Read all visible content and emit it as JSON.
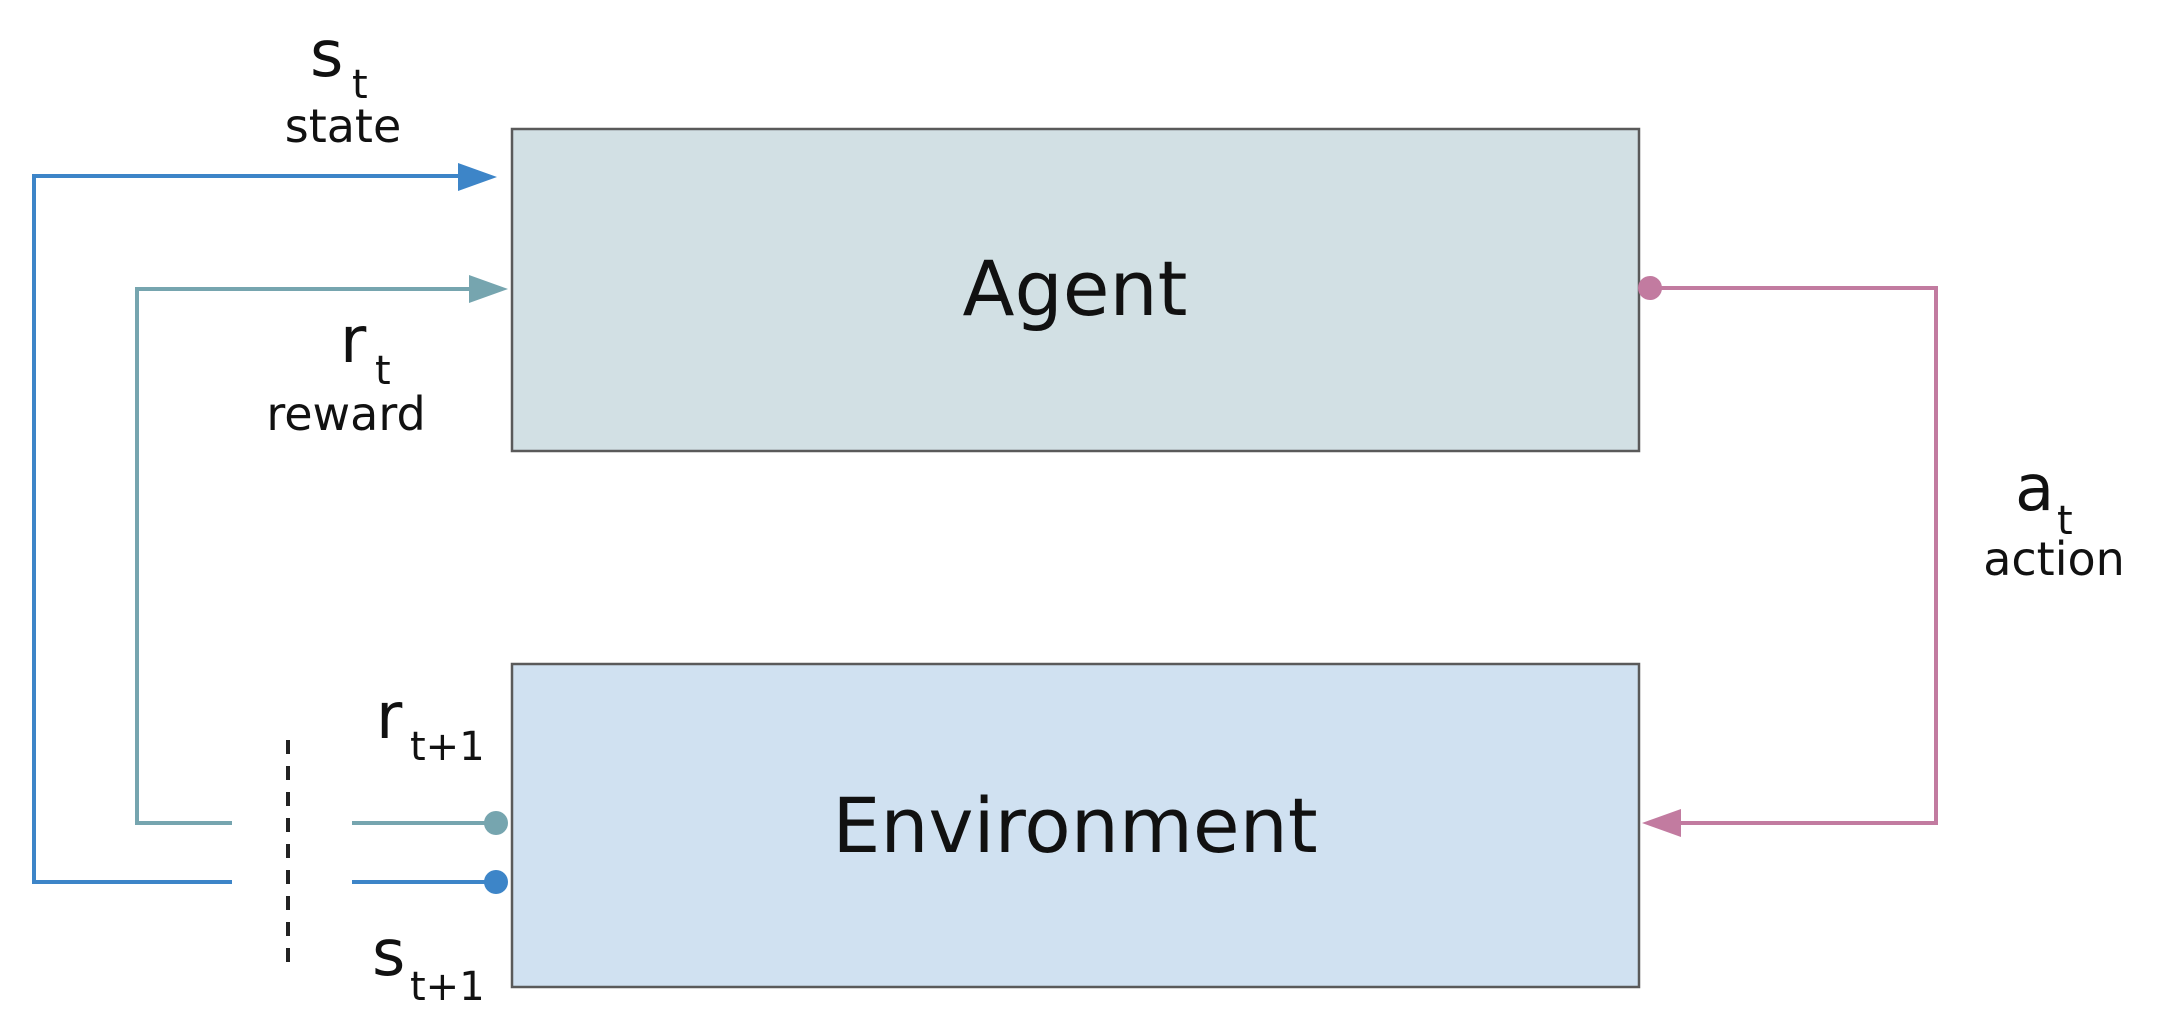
{
  "agent": {
    "label": "Agent",
    "fill": "#d2e0e4",
    "stroke": "#5a5a5a"
  },
  "environment": {
    "label": "Environment",
    "fill": "#d0e1f1",
    "stroke": "#5a5a5a"
  },
  "state": {
    "symbol": "s",
    "subscript": "t",
    "word": "state",
    "color": "#3d85c8"
  },
  "reward": {
    "symbol": "r",
    "subscript": "t",
    "word": "reward",
    "color": "#76a5af"
  },
  "action": {
    "symbol": "a",
    "subscript": "t",
    "word": "action",
    "color": "#c27ba0"
  },
  "next_reward": {
    "symbol": "r",
    "subscript": "t+1"
  },
  "next_state": {
    "symbol": "s",
    "subscript": "t+1"
  }
}
